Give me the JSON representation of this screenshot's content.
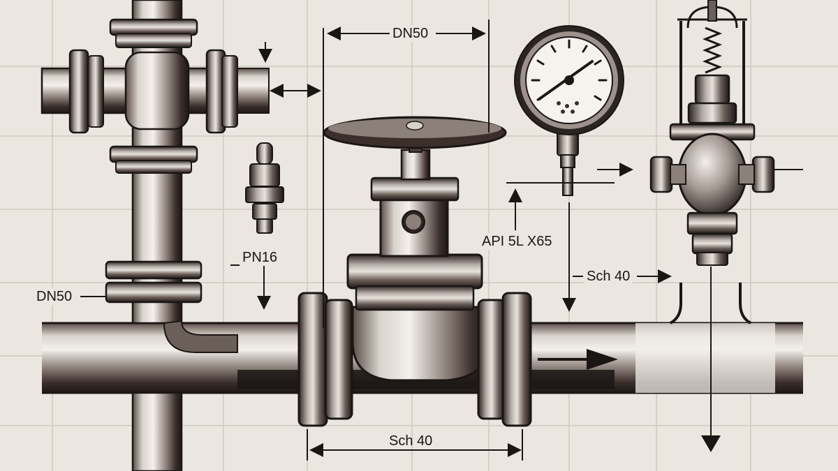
{
  "labels": {
    "dn50_top": "DN50",
    "dn50_left": "DN50",
    "pn16": "PN16",
    "api": "API 5L X65",
    "sch40_right": "Sch 40",
    "sch40_bottom": "Sch 40"
  },
  "colors": {
    "background": "#ebe7e0",
    "grid": "#cfc7c0",
    "ink": "#1a1614",
    "steel_dark": "#3a2f2b",
    "steel_mid": "#8b807a",
    "steel_light": "#d8d2cc"
  }
}
